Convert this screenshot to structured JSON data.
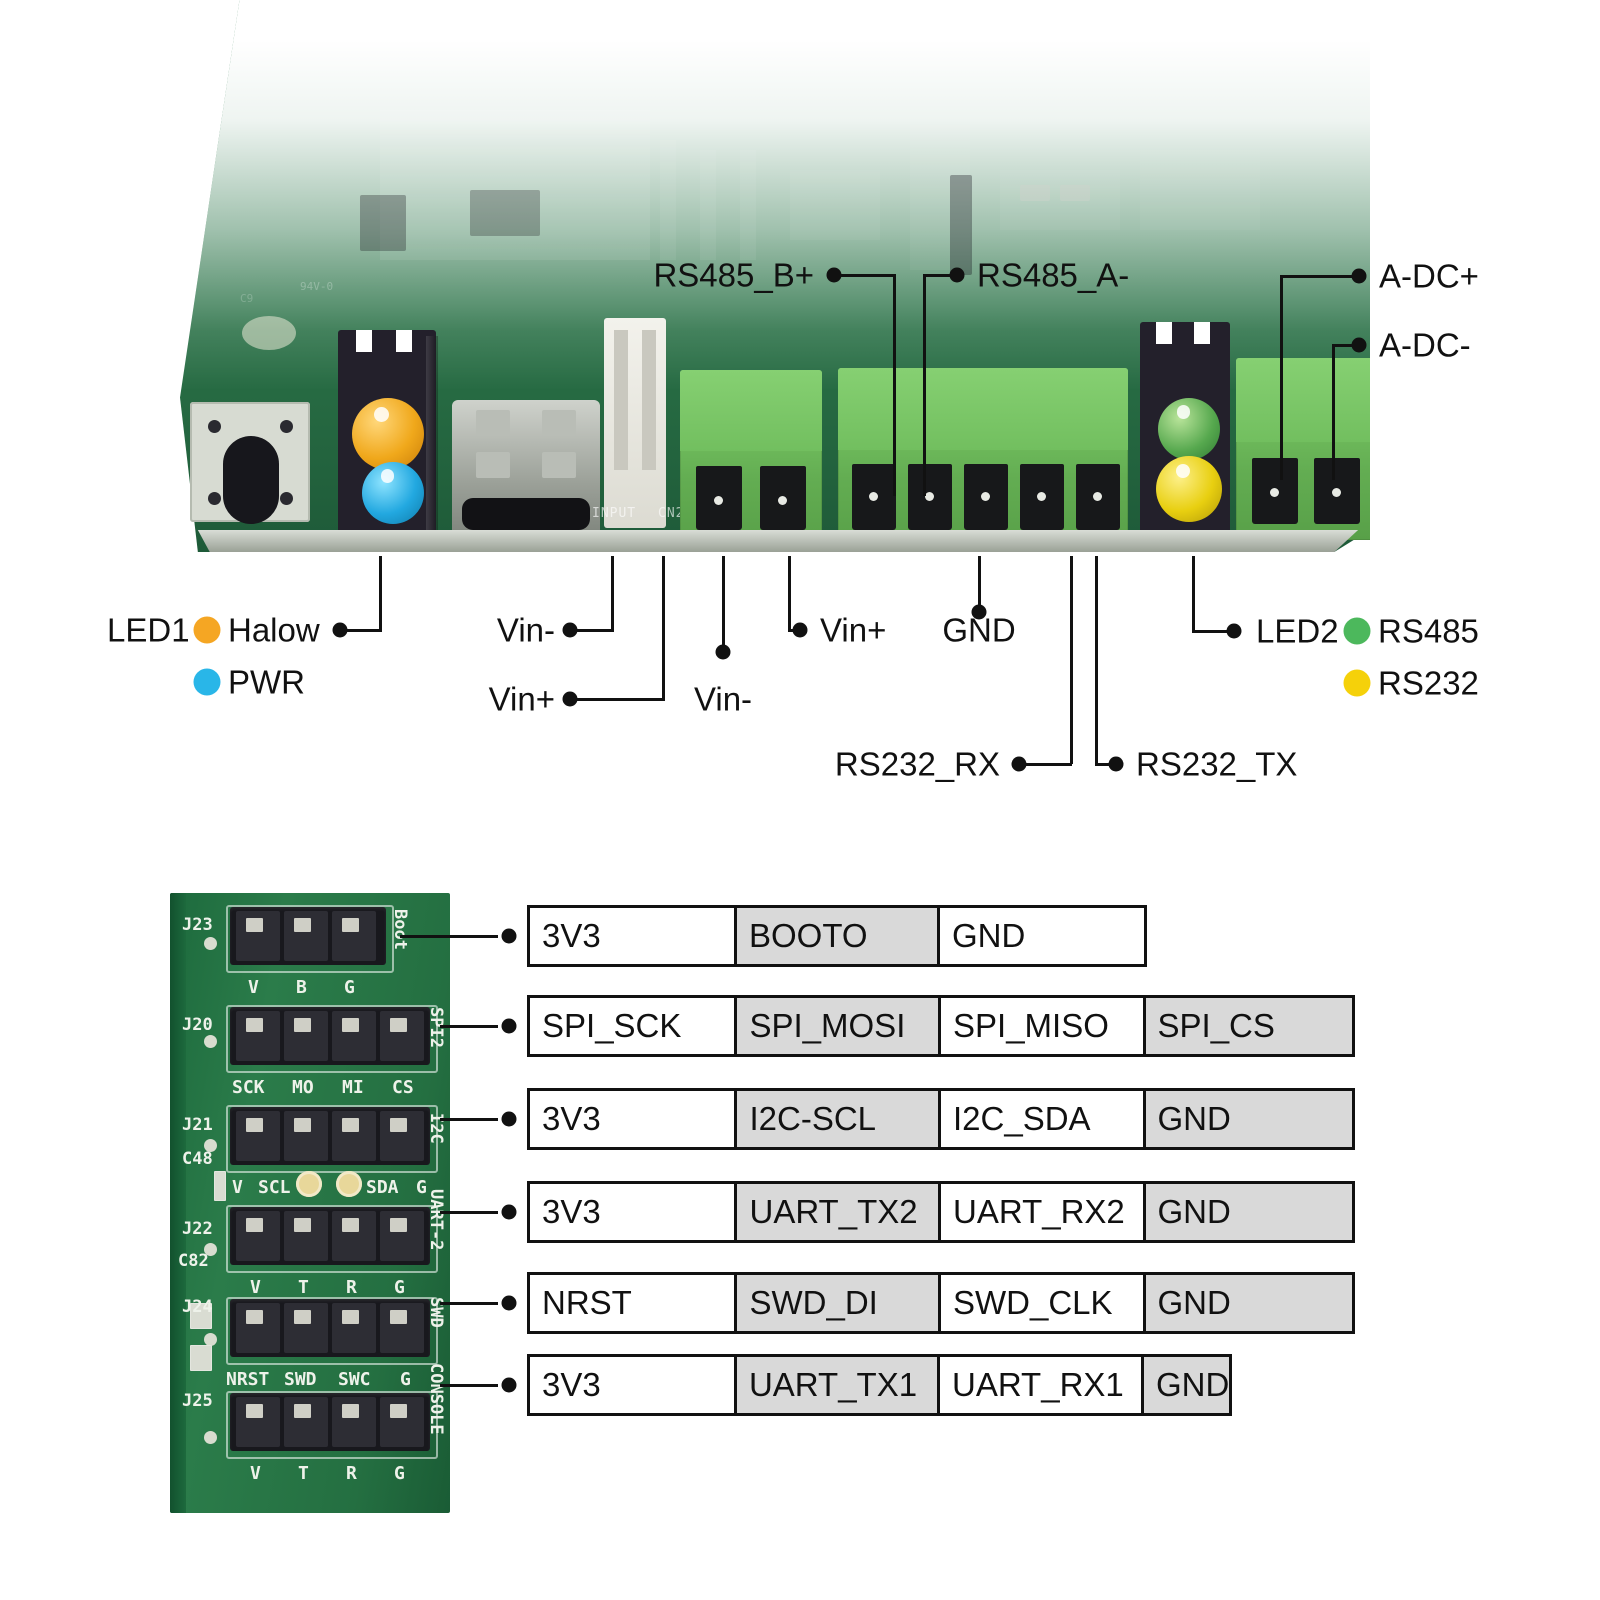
{
  "top_diagram": {
    "callouts": [
      {
        "id": "rs485_b",
        "label": "RS485_B+"
      },
      {
        "id": "rs485_a",
        "label": "RS485_A-"
      },
      {
        "id": "adc_plus",
        "label": "A-DC+"
      },
      {
        "id": "adc_minus",
        "label": "A-DC-"
      },
      {
        "id": "vin_minus_usb",
        "label": "Vin-"
      },
      {
        "id": "vin_plus_usb",
        "label": "Vin+"
      },
      {
        "id": "vin_minus_cn2",
        "label": "Vin-"
      },
      {
        "id": "vin_plus_tb",
        "label": "Vin+"
      },
      {
        "id": "gnd",
        "label": "GND"
      },
      {
        "id": "rs232_rx",
        "label": "RS232_RX"
      },
      {
        "id": "rs232_tx",
        "label": "RS232_TX"
      }
    ],
    "led1": {
      "name": "LED1",
      "items": [
        {
          "label": "Halow",
          "color": "#f5a623"
        },
        {
          "label": "PWR",
          "color": "#29b6e8"
        }
      ]
    },
    "led2": {
      "name": "LED2",
      "items": [
        {
          "label": "RS485",
          "color": "#4cb85c"
        },
        {
          "label": "RS232",
          "color": "#f5d10a"
        }
      ]
    },
    "board_silkscreen": [
      {
        "text": "INPUT"
      },
      {
        "text": "CN2"
      },
      {
        "text": "94V-0"
      }
    ]
  },
  "bottom_diagram": {
    "headers": [
      {
        "ref": "J23",
        "bus": "Boot",
        "pins": [
          "V",
          "B",
          "G"
        ]
      },
      {
        "ref": "J20",
        "bus": "SPI2",
        "pins": [
          "SCK",
          "MO",
          "MI",
          "CS"
        ]
      },
      {
        "ref": "J21",
        "bus": "I2C",
        "pins": [
          "V",
          "SCL",
          "SDA",
          "G"
        ]
      },
      {
        "ref": "J22",
        "bus": "UART-2",
        "pins": [
          "V",
          "T",
          "R",
          "G"
        ]
      },
      {
        "ref": "J24",
        "bus": "SWD",
        "pins": [
          "NRST",
          "SWD",
          "SWC",
          "G"
        ]
      },
      {
        "ref": "J25",
        "bus": "CONSOLE",
        "pins": [
          "V",
          "T",
          "R",
          "G"
        ]
      }
    ],
    "board_refs": [
      "C48",
      "C82"
    ],
    "pin_table": [
      {
        "id": "boot",
        "cells": [
          {
            "text": "3V3",
            "shade": "w"
          },
          {
            "text": "BOOTO",
            "shade": "g"
          },
          {
            "text": "GND",
            "shade": "w"
          }
        ]
      },
      {
        "id": "spi2",
        "cells": [
          {
            "text": "SPI_SCK",
            "shade": "w"
          },
          {
            "text": "SPI_MOSI",
            "shade": "g"
          },
          {
            "text": "SPI_MISO",
            "shade": "w"
          },
          {
            "text": "SPI_CS",
            "shade": "g"
          }
        ]
      },
      {
        "id": "i2c",
        "cells": [
          {
            "text": "3V3",
            "shade": "w"
          },
          {
            "text": "I2C-SCL",
            "shade": "g"
          },
          {
            "text": "I2C_SDA",
            "shade": "w"
          },
          {
            "text": "GND",
            "shade": "g"
          }
        ]
      },
      {
        "id": "uart2",
        "cells": [
          {
            "text": "3V3",
            "shade": "w"
          },
          {
            "text": "UART_TX2",
            "shade": "g"
          },
          {
            "text": "UART_RX2",
            "shade": "w"
          },
          {
            "text": "GND",
            "shade": "g"
          }
        ]
      },
      {
        "id": "swd",
        "cells": [
          {
            "text": "NRST",
            "shade": "w"
          },
          {
            "text": "SWD_DI",
            "shade": "g"
          },
          {
            "text": "SWD_CLK",
            "shade": "w"
          },
          {
            "text": "GND",
            "shade": "g"
          }
        ]
      },
      {
        "id": "console",
        "cells": [
          {
            "text": "3V3",
            "shade": "w"
          },
          {
            "text": "UART_TX1",
            "shade": "g"
          },
          {
            "text": "UART_RX1",
            "shade": "w"
          },
          {
            "text": "GND",
            "shade": "g"
          }
        ]
      }
    ]
  },
  "colors": {
    "leader": "#111111",
    "table_shade": "#d9d9d9",
    "pcb_green": "#2b7a49",
    "terminal_green": "#6fbb5c"
  }
}
